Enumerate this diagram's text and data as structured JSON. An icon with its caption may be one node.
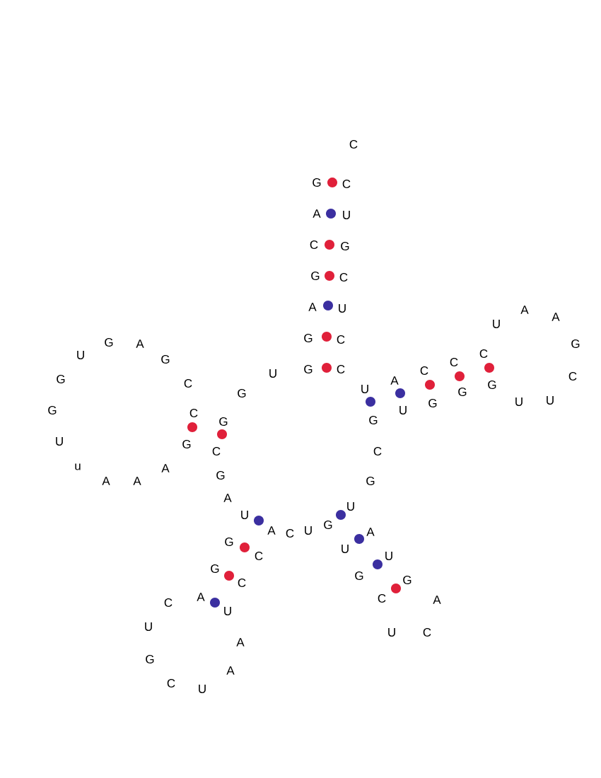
{
  "diagram": {
    "labels": [
      "C",
      "G",
      "C",
      "A",
      "U",
      "C",
      "G",
      "G",
      "C",
      "A",
      "U",
      "A",
      "A",
      "U",
      "G",
      "C",
      "G",
      "A",
      "G",
      "C",
      "U",
      "G",
      "C",
      "G",
      "C",
      "C",
      "U",
      "C",
      "G",
      "A",
      "C",
      "G",
      "U",
      "G",
      "G",
      "U",
      "U",
      "G",
      "G",
      "U",
      "C",
      "G",
      "G",
      "U",
      "G",
      "C",
      "C",
      "u",
      "A",
      "G",
      "A",
      "A",
      "G",
      "A",
      "U",
      "U",
      "G",
      "A",
      "U",
      "A",
      "C",
      "G",
      "U",
      "U",
      "C",
      "G",
      "G",
      "G",
      "C",
      "A",
      "C",
      "A",
      "C",
      "U",
      "U",
      "U",
      "C",
      "A",
      "G",
      "A",
      "C",
      "U"
    ]
  }
}
